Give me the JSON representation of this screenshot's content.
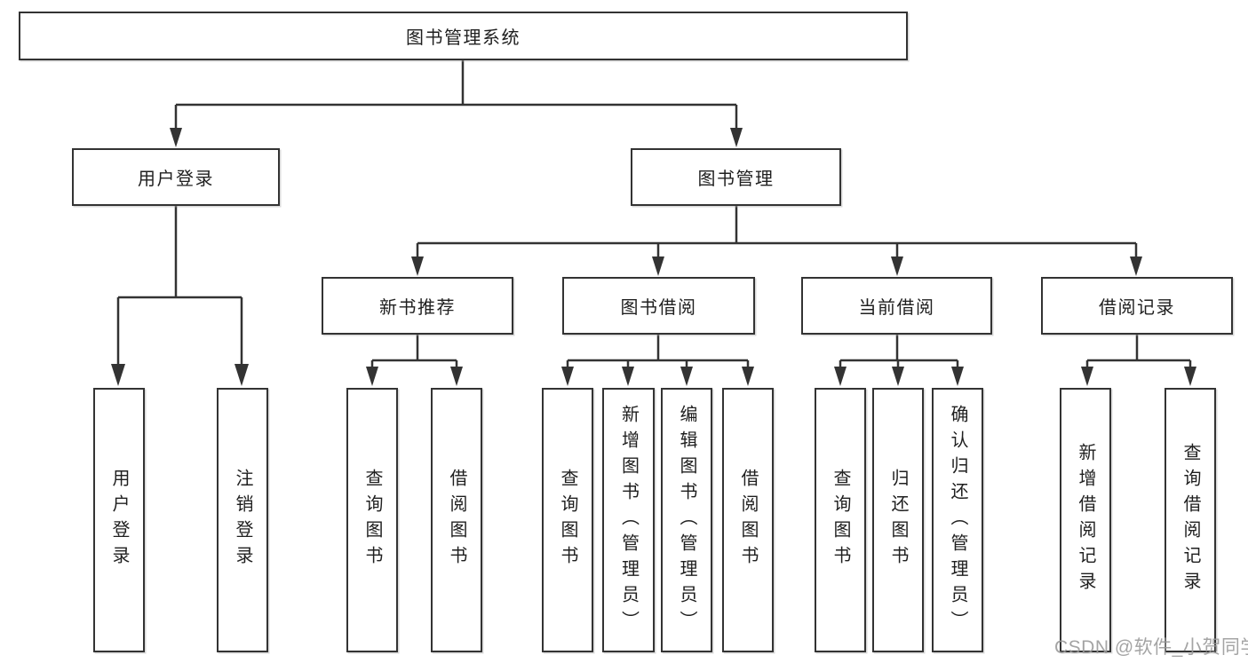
{
  "diagram": {
    "tree": {
      "root": "图书管理系统",
      "children": [
        {
          "label": "用户登录",
          "children": [
            {
              "label": "用户登录"
            },
            {
              "label": "注销登录"
            }
          ]
        },
        {
          "label": "图书管理",
          "children": [
            {
              "label": "新书推荐",
              "children": [
                {
                  "label": "查询图书"
                },
                {
                  "label": "借阅图书"
                }
              ]
            },
            {
              "label": "图书借阅",
              "children": [
                {
                  "label": "查询图书"
                },
                {
                  "label": "新增图书（管理员）"
                },
                {
                  "label": "编辑图书（管理员）"
                },
                {
                  "label": "借阅图书"
                }
              ]
            },
            {
              "label": "当前借阅",
              "children": [
                {
                  "label": "查询图书"
                },
                {
                  "label": "归还图书"
                },
                {
                  "label": "确认归还（管理员）"
                }
              ]
            },
            {
              "label": "借阅记录",
              "children": [
                {
                  "label": "新增借阅记录"
                },
                {
                  "label": "查询借阅记录"
                }
              ]
            }
          ]
        }
      ]
    },
    "watermark": "CSDN @软件_小贺同学",
    "colors": {
      "line": "#333333",
      "text": "#1f1f1f",
      "box_background": "#ffffff",
      "watermark": "#9b9b9b",
      "page_background": "#ffffff"
    }
  }
}
